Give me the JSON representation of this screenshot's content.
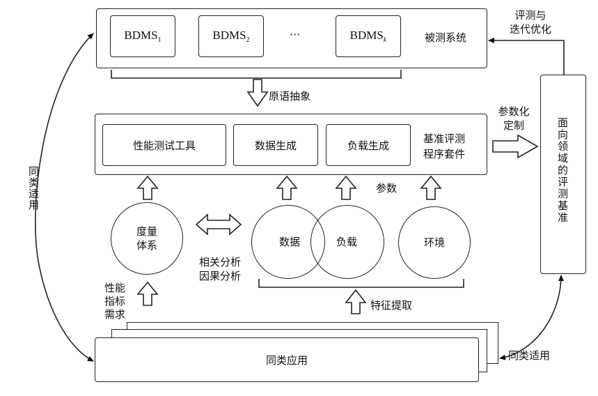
{
  "top_system": {
    "bdms": [
      {
        "base": "BDMS",
        "sub": "1"
      },
      {
        "base": "BDMS",
        "sub": "2"
      },
      {
        "base": "BDMS",
        "sub": "k"
      }
    ],
    "ellipsis": "···",
    "label": "被测系统"
  },
  "eval_iterate": {
    "line1": "评测与",
    "line2": "迭代优化"
  },
  "primitive_abstraction": "原语抽象",
  "benchmark_suite": {
    "tools": "性能测试工具",
    "data_gen": "数据生成",
    "load_gen": "负载生成",
    "label_line1": "基准评测",
    "label_line2": "程序套件"
  },
  "param_custom": {
    "line1": "参数化",
    "line2": "定制"
  },
  "domain_benchmark": "面向领域的评测基准",
  "params": "参数",
  "metric_system": {
    "line1": "度量",
    "line2": "体系"
  },
  "circles": {
    "data": "数据",
    "load": "负载",
    "env": "环境"
  },
  "analysis": {
    "line1": "相关分析",
    "line2": "因果分析"
  },
  "perf_req": {
    "line1": "性能",
    "line2": "指标",
    "line3": "需求"
  },
  "feature_extract": "特征提取",
  "similar_apps": "同类应用",
  "same_apply_left": "同类适用",
  "same_apply_right": "同类适用"
}
